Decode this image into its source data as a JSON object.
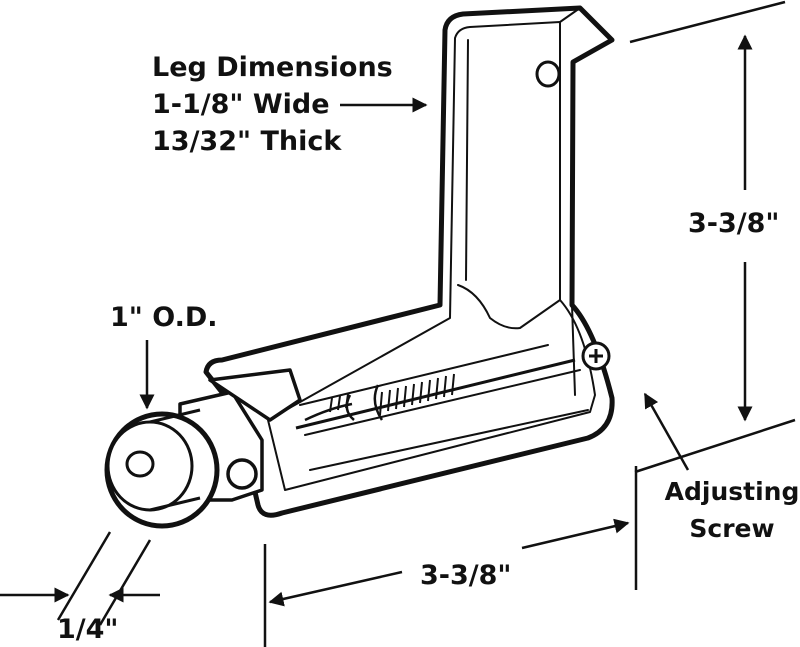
{
  "labels": {
    "leg_line1": "Leg Dimensions",
    "leg_line2": "1-1/8\" Wide",
    "leg_line3": "13/32\" Thick",
    "wheel_od": "1\" O.D.",
    "height": "3-3/8\"",
    "length": "3-3/8\"",
    "adjusting_line1": "Adjusting",
    "adjusting_line2": "Screw",
    "width": "1/4\""
  },
  "colors": {
    "ink": "#111111",
    "background": "#ffffff"
  }
}
